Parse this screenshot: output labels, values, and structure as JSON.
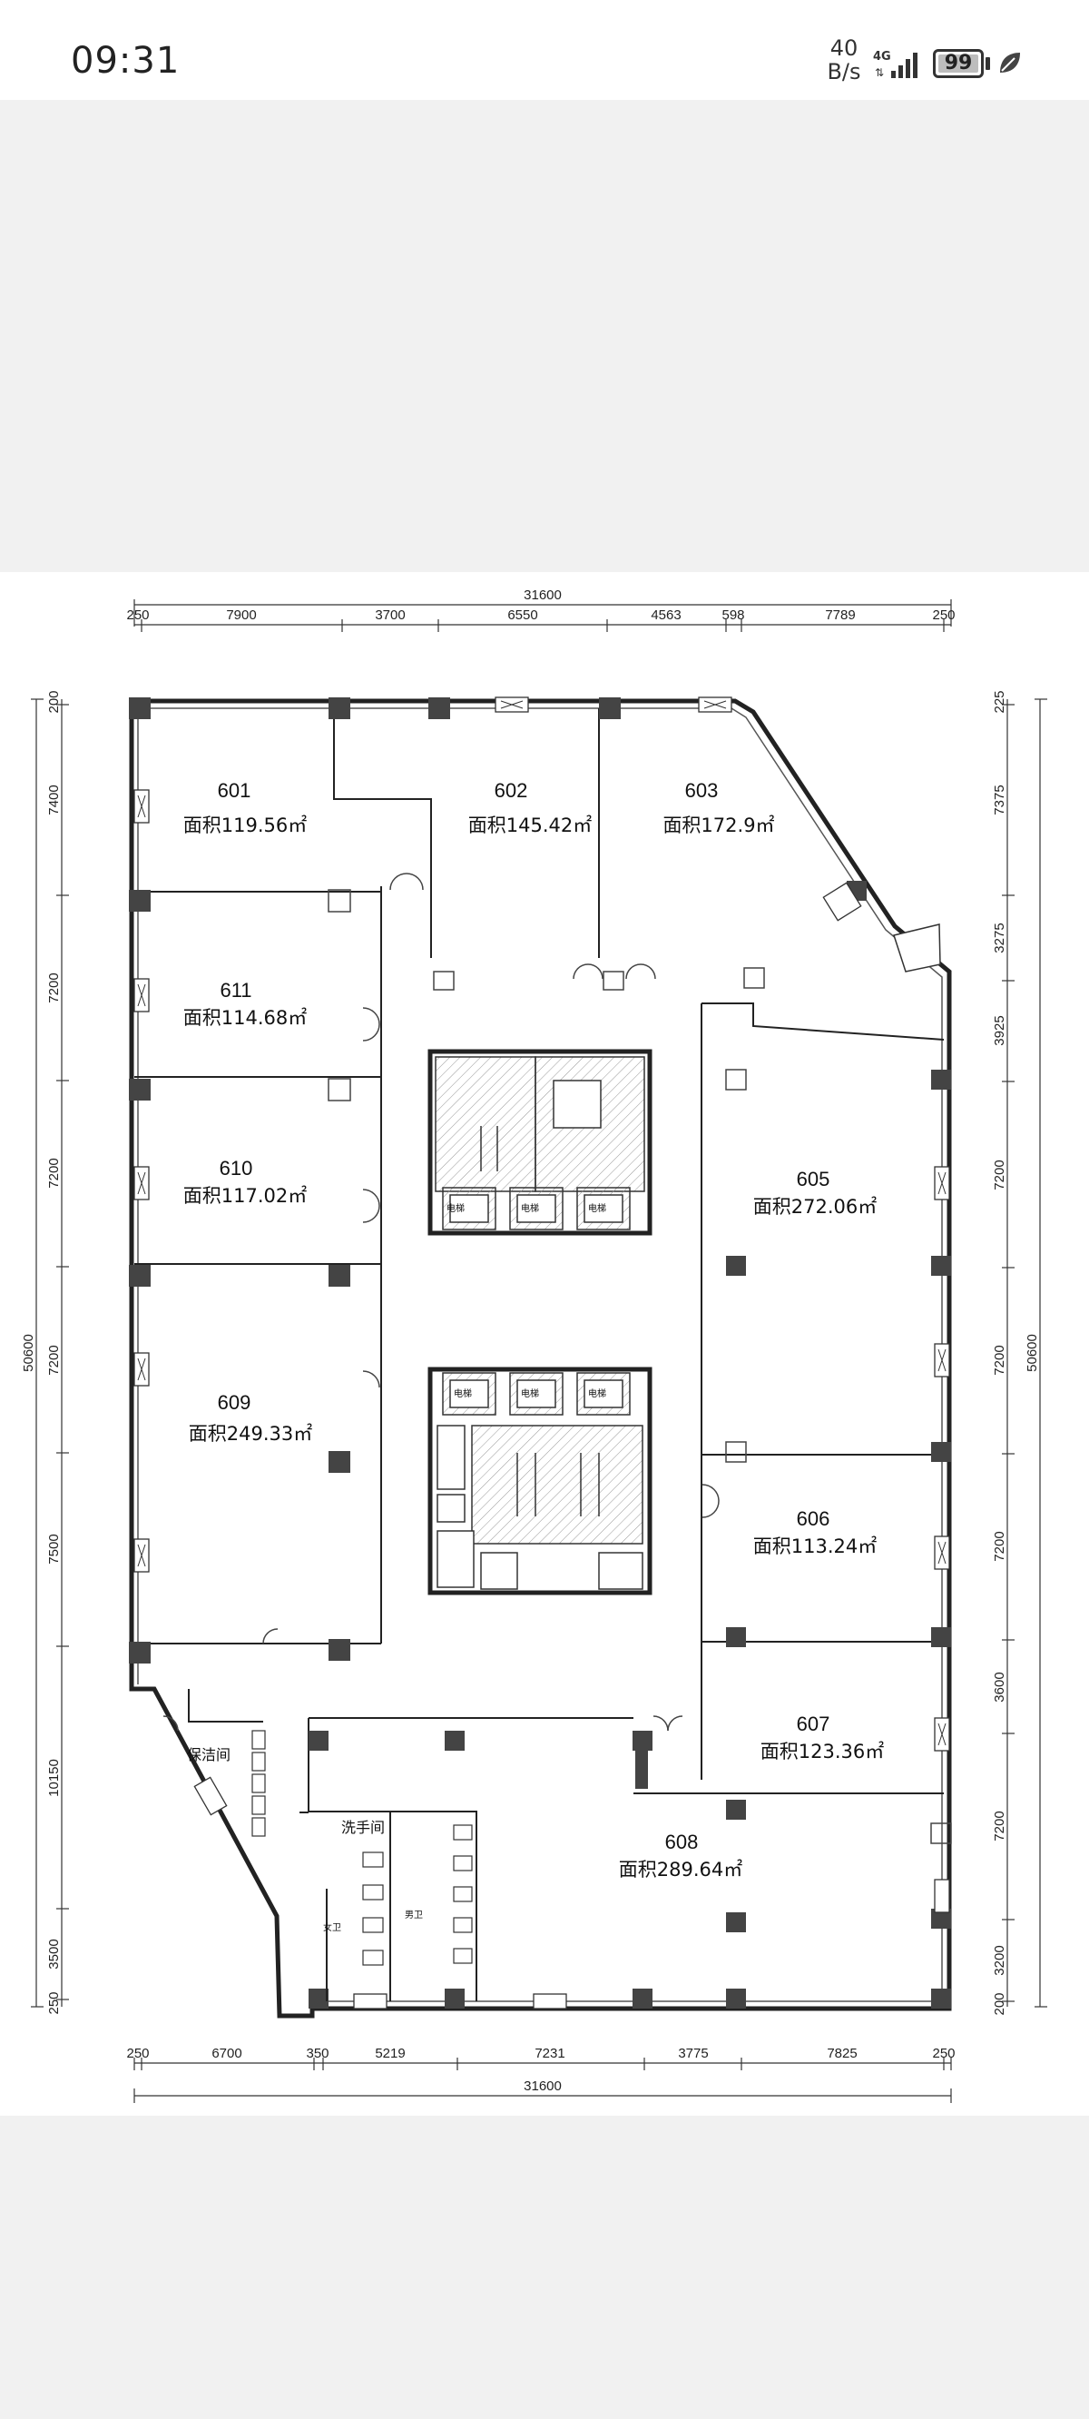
{
  "status_bar": {
    "time": "09:31",
    "net_speed_value": "40",
    "net_speed_unit": "B/s",
    "network_type": "4G",
    "battery_level": "99"
  },
  "floor_plan": {
    "top_total": "31600",
    "top_segments": [
      "250",
      "7900",
      "3700",
      "6550",
      "4563",
      "598",
      "7789",
      "250"
    ],
    "bottom_total": "31600",
    "bottom_segments": [
      "250",
      "6700",
      "350",
      "5219",
      "7231",
      "3775",
      "7825",
      "250"
    ],
    "left_total": "50600",
    "left_segments": [
      "200",
      "7400",
      "7200",
      "7200",
      "7200",
      "7500",
      "10150",
      "3500",
      "250"
    ],
    "right_total": "50600",
    "right_segments": [
      "225",
      "7375",
      "3275",
      "3925",
      "7200",
      "7200",
      "7200",
      "3600",
      "7200",
      "3200",
      "200"
    ],
    "rooms": [
      {
        "num": "601",
        "area": "面积119.56㎡"
      },
      {
        "num": "602",
        "area": "面积145.42㎡"
      },
      {
        "num": "603",
        "area": "面积172.9㎡"
      },
      {
        "num": "611",
        "area": "面积114.68㎡"
      },
      {
        "num": "610",
        "area": "面积117.02㎡"
      },
      {
        "num": "605",
        "area": "面积272.06㎡"
      },
      {
        "num": "609",
        "area": "面积249.33㎡"
      },
      {
        "num": "606",
        "area": "面积113.24㎡"
      },
      {
        "num": "607",
        "area": "面积123.36㎡"
      },
      {
        "num": "608",
        "area": "面积289.64㎡"
      }
    ],
    "labels": {
      "cleaning_room": "保洁间",
      "washroom": "洗手间",
      "female_wc": "女卫",
      "male_wc": "男卫"
    }
  }
}
